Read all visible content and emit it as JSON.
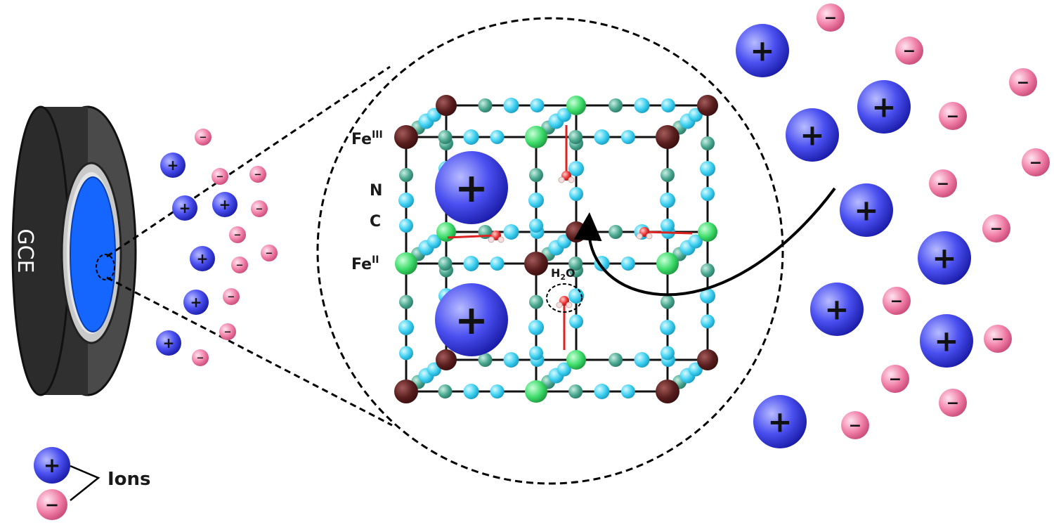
{
  "electrode": {
    "label": "GCE"
  },
  "lattice_labels": {
    "fe3": {
      "base": "Fe",
      "sup": "III"
    },
    "n": "N",
    "c": "C",
    "fe2": {
      "base": "Fe",
      "sup": "II"
    },
    "water": {
      "base": "H",
      "sub": "2",
      "tail": "O"
    }
  },
  "legend": {
    "text": "Ions",
    "cation_symbol": "+",
    "anion_symbol": "−"
  },
  "ion_signs": {
    "cation": "+",
    "anion": "−"
  },
  "colors": {
    "cation": "#3b3fe0",
    "anion": "#e8739a",
    "fe3": "#5a1e1e",
    "fe2": "#3ddc6a",
    "nitrogen": "#3cd0f0",
    "carbon": "#4aa890",
    "electrode_body": "#2b2b2b",
    "electrode_face": "#1565ff"
  },
  "icons": [
    "cation-icon",
    "anion-icon",
    "arrow-icon",
    "water-molecule-icon"
  ]
}
